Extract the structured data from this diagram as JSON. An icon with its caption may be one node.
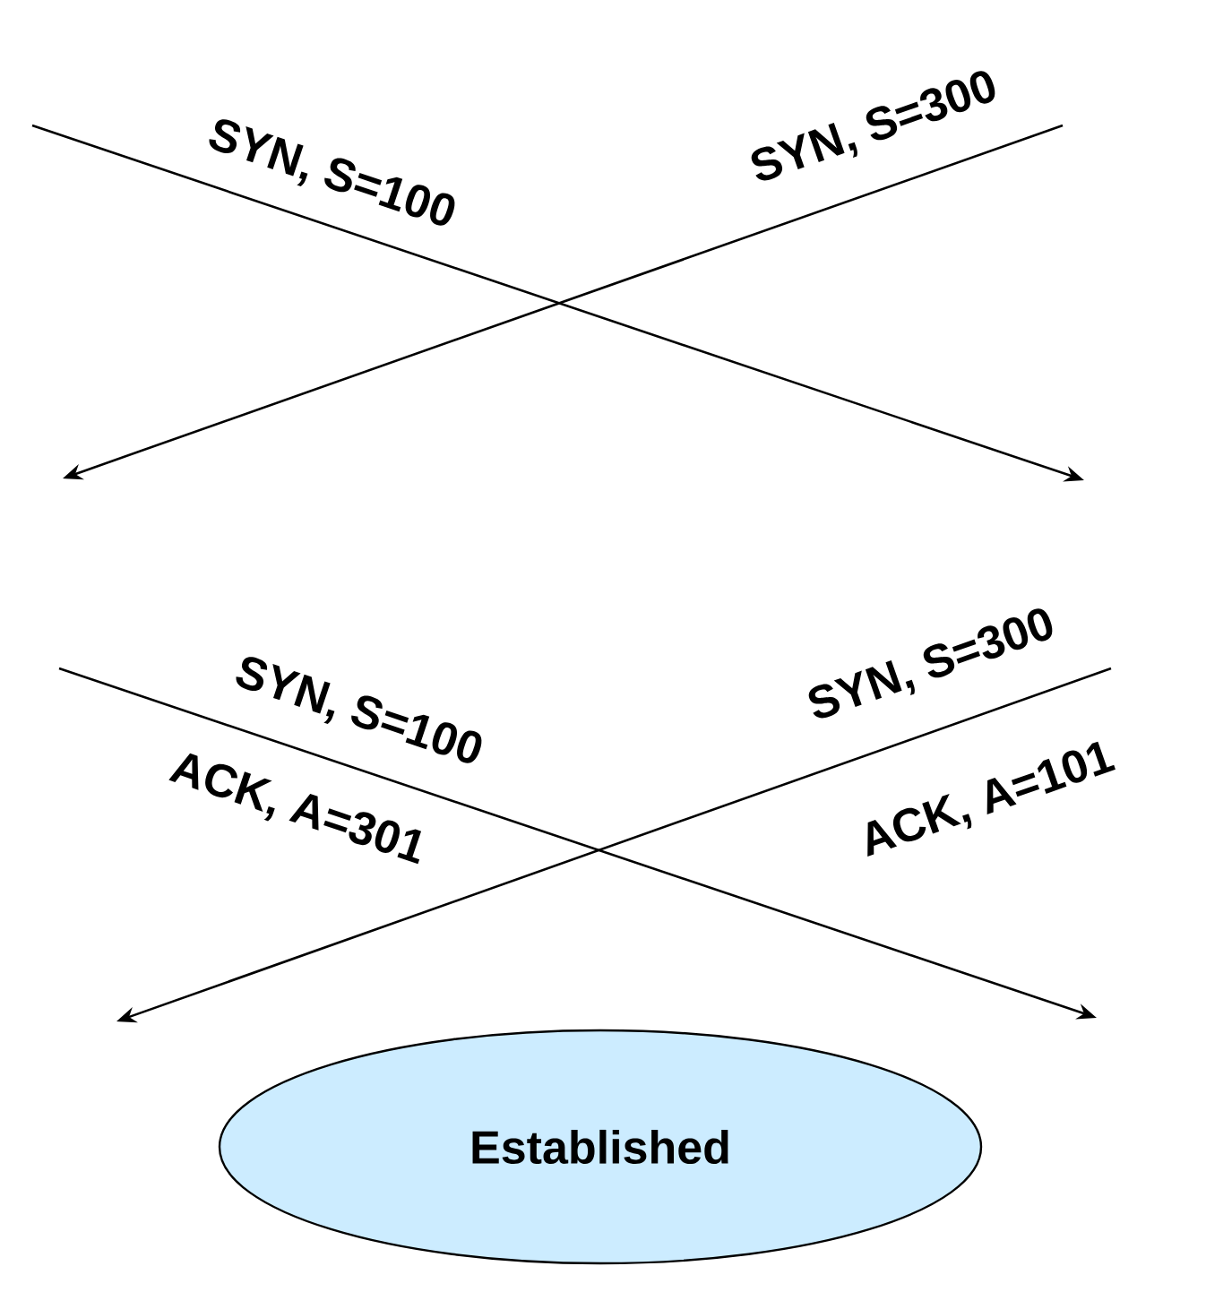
{
  "diagram": {
    "nodes": [
      {
        "text": [
          "Established"
        ]
      }
    ],
    "labels": [
      "SYN, S=100",
      "SYN, S=300",
      "SYN, S=100",
      "SYN, S=300",
      "ACK, A=301",
      "ACK, A=101"
    ]
  }
}
